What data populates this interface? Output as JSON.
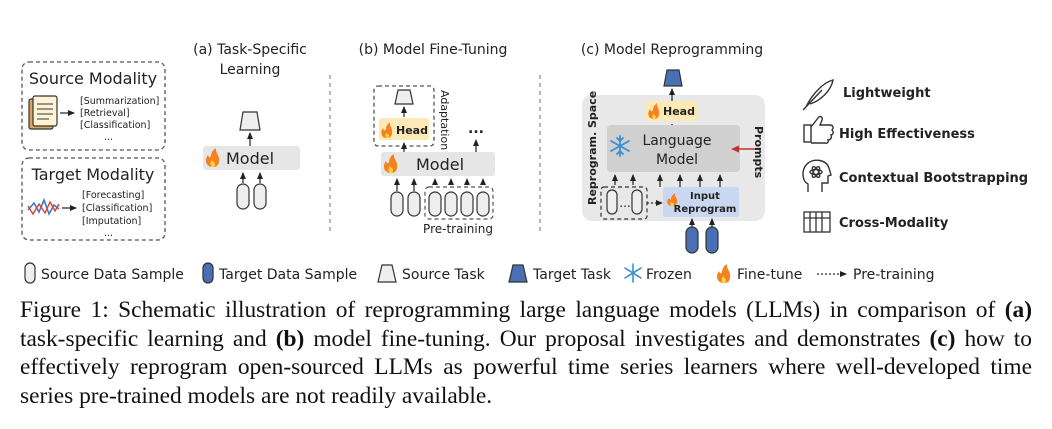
{
  "source_modality": {
    "title": "Source Modality",
    "tasks": [
      "[Summarization]",
      "[Retrieval]",
      "[Classification]",
      "..."
    ]
  },
  "target_modality": {
    "title": "Target Modality",
    "tasks": [
      "[Forecasting]",
      "[Classification]",
      "[Imputation]",
      "..."
    ]
  },
  "panel_a": {
    "title_line1": "(a) Task-Specific",
    "title_line2": "Learning",
    "model": "Model"
  },
  "panel_b": {
    "title": "(b) Model Fine-Tuning",
    "head": "Head",
    "model": "Model",
    "adaptation": "Adaptation",
    "ellipsis": "...",
    "pretraining": "Pre-training"
  },
  "panel_c": {
    "title": "(c) Model Reprogramming",
    "head": "Head",
    "lm_line1": "Language",
    "lm_line2": "Model",
    "prompts": "Prompts",
    "space": "Reprogram. Space",
    "input_line1": "Input",
    "input_line2": "Reprogram",
    "dots": "..."
  },
  "properties": [
    {
      "label": "Lightweight",
      "color": "#f2b705",
      "icon": "feather-icon"
    },
    {
      "label": "High Effectiveness",
      "color": "#e0201b",
      "icon": "thumbs-up-icon"
    },
    {
      "label": "Contextual Bootstrapping",
      "color": "#2e5aa8",
      "icon": "head-atom-icon"
    },
    {
      "label": "Cross-Modality",
      "color": "#5aa02c",
      "icon": "cross-modality-icon"
    }
  ],
  "legend": {
    "source_sample": "Source Data Sample",
    "target_sample": "Target Data Sample",
    "source_task": "Source Task",
    "target_task": "Target Task",
    "frozen": "Frozen",
    "finetune": "Fine-tune",
    "pretraining": "Pre-training"
  },
  "caption": {
    "p1": "Figure 1: Schematic illustration of reprogramming large language models (LLMs) in comparison of ",
    "b1": "(a)",
    "p2": " task-specific learning and ",
    "b2": "(b)",
    "p3": " model fine-tuning. Our proposal investigates and demonstrates ",
    "b3": "(c)",
    "p4": " how to effectively reprogram open-sourced LLMs as powerful time series learners where well-developed time series pre-trained models are not readily available."
  }
}
